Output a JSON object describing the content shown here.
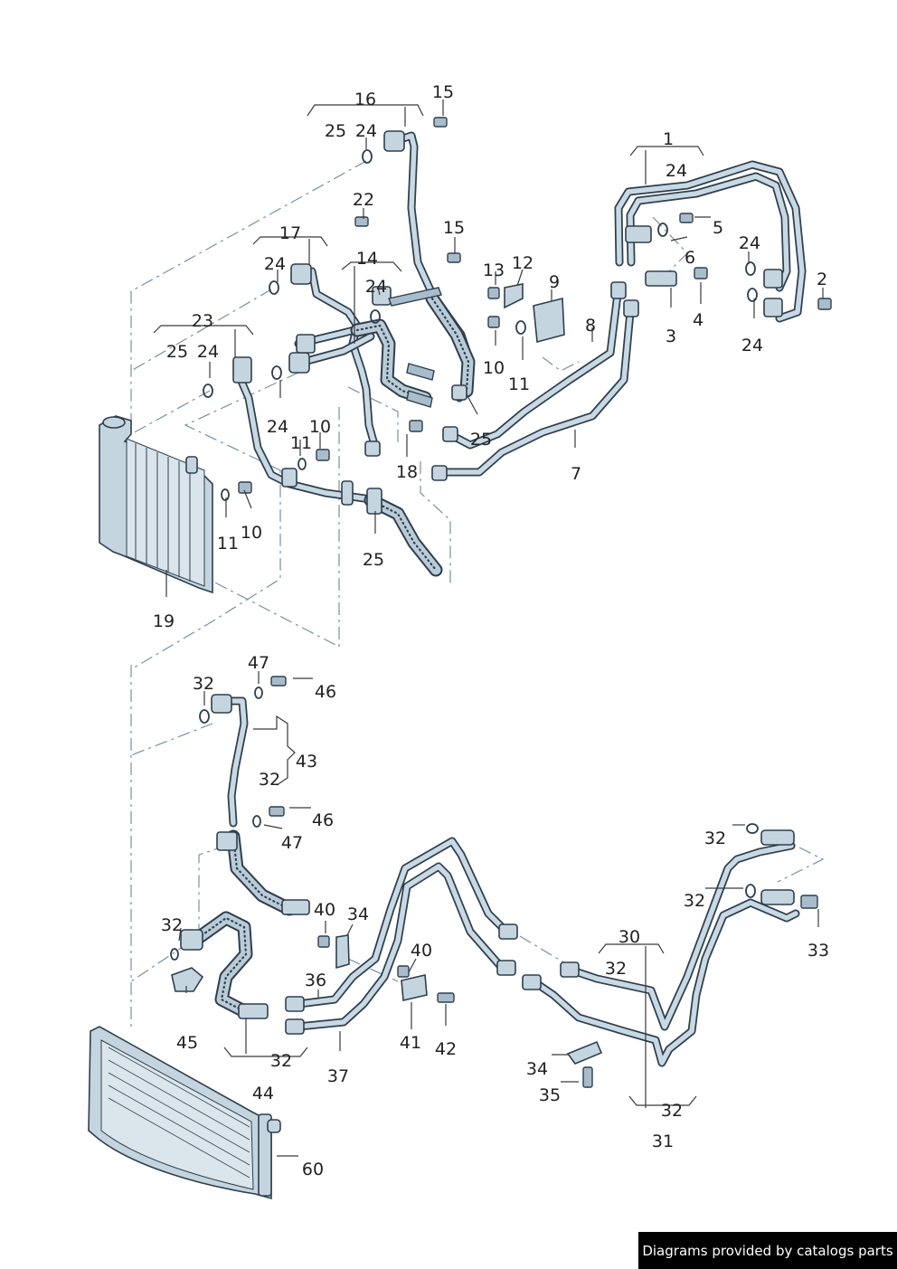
{
  "diagram": {
    "title": "Oil cooler lines and hoses exploded parts diagram",
    "callouts": [
      {
        "key": "c16",
        "label": "16"
      },
      {
        "key": "c15a",
        "label": "15"
      },
      {
        "key": "c25a",
        "label": "25"
      },
      {
        "key": "c24a",
        "label": "24"
      },
      {
        "key": "c1",
        "label": "1"
      },
      {
        "key": "c24b",
        "label": "24"
      },
      {
        "key": "c22",
        "label": "22"
      },
      {
        "key": "c15b",
        "label": "15"
      },
      {
        "key": "c5",
        "label": "5"
      },
      {
        "key": "c17",
        "label": "17"
      },
      {
        "key": "c6",
        "label": "6"
      },
      {
        "key": "c24c",
        "label": "24"
      },
      {
        "key": "c14",
        "label": "14"
      },
      {
        "key": "c24d",
        "label": "24"
      },
      {
        "key": "c24e",
        "label": "24"
      },
      {
        "key": "c13",
        "label": "13"
      },
      {
        "key": "c12",
        "label": "12"
      },
      {
        "key": "c9",
        "label": "9"
      },
      {
        "key": "c2",
        "label": "2"
      },
      {
        "key": "c23",
        "label": "23"
      },
      {
        "key": "c4",
        "label": "4"
      },
      {
        "key": "c3",
        "label": "3"
      },
      {
        "key": "c8",
        "label": "8"
      },
      {
        "key": "c24f",
        "label": "24"
      },
      {
        "key": "c25b",
        "label": "25"
      },
      {
        "key": "c24g",
        "label": "24"
      },
      {
        "key": "c10a",
        "label": "10"
      },
      {
        "key": "c11a",
        "label": "11"
      },
      {
        "key": "c24h",
        "label": "24"
      },
      {
        "key": "c10b",
        "label": "10"
      },
      {
        "key": "c11b",
        "label": "11"
      },
      {
        "key": "c25c",
        "label": "25"
      },
      {
        "key": "c18",
        "label": "18"
      },
      {
        "key": "c7",
        "label": "7"
      },
      {
        "key": "c11c",
        "label": "11"
      },
      {
        "key": "c10c",
        "label": "10"
      },
      {
        "key": "c25d",
        "label": "25"
      },
      {
        "key": "c19",
        "label": "19"
      },
      {
        "key": "c47a",
        "label": "47"
      },
      {
        "key": "c32a",
        "label": "32"
      },
      {
        "key": "c46a",
        "label": "46"
      },
      {
        "key": "c43",
        "label": "43"
      },
      {
        "key": "c32b",
        "label": "32"
      },
      {
        "key": "c46b",
        "label": "46"
      },
      {
        "key": "c47b",
        "label": "47"
      },
      {
        "key": "c32c",
        "label": "32"
      },
      {
        "key": "c40a",
        "label": "40"
      },
      {
        "key": "c34a",
        "label": "34"
      },
      {
        "key": "c32d",
        "label": "32"
      },
      {
        "key": "c33",
        "label": "33"
      },
      {
        "key": "c32e",
        "label": "32"
      },
      {
        "key": "c40b",
        "label": "40"
      },
      {
        "key": "c30",
        "label": "30"
      },
      {
        "key": "c36",
        "label": "36"
      },
      {
        "key": "c32f",
        "label": "32"
      },
      {
        "key": "c45",
        "label": "45"
      },
      {
        "key": "c41",
        "label": "41"
      },
      {
        "key": "c42",
        "label": "42"
      },
      {
        "key": "c32g",
        "label": "32"
      },
      {
        "key": "c37",
        "label": "37"
      },
      {
        "key": "c34b",
        "label": "34"
      },
      {
        "key": "c44",
        "label": "44"
      },
      {
        "key": "c35",
        "label": "35"
      },
      {
        "key": "c32h",
        "label": "32"
      },
      {
        "key": "c31",
        "label": "31"
      },
      {
        "key": "c60",
        "label": "60"
      }
    ]
  },
  "footer": {
    "text": "Diagrams provided by catalogs parts"
  }
}
